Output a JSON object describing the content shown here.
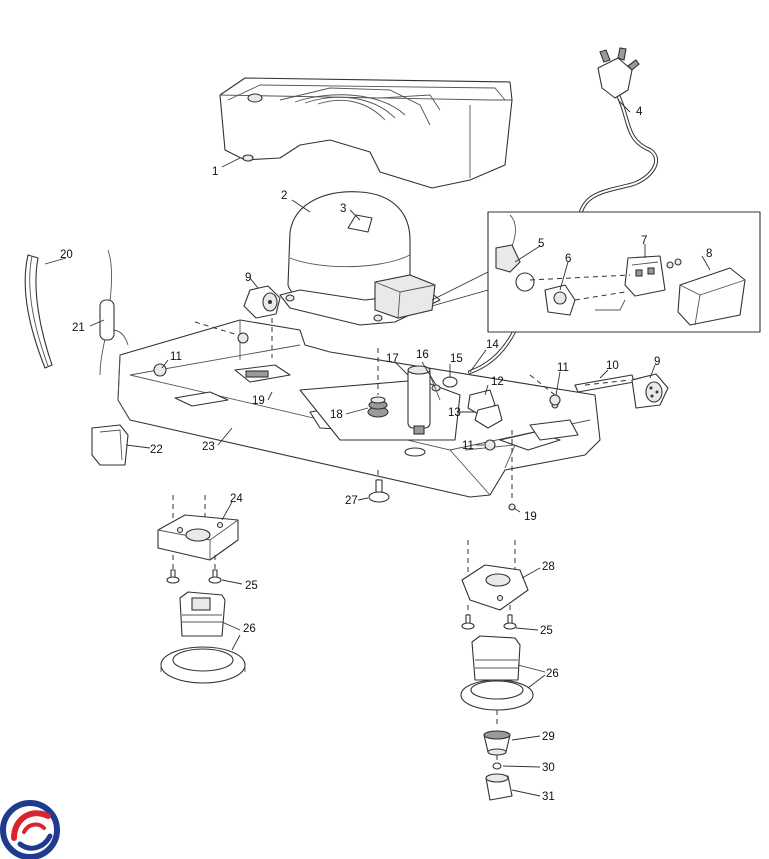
{
  "diagram": {
    "labels": [
      {
        "id": "l1",
        "text": "1"
      },
      {
        "id": "l2",
        "text": "2"
      },
      {
        "id": "l3",
        "text": "3"
      },
      {
        "id": "l4",
        "text": "4"
      },
      {
        "id": "l5",
        "text": "5"
      },
      {
        "id": "l6",
        "text": "6"
      },
      {
        "id": "l7",
        "text": "7"
      },
      {
        "id": "l8",
        "text": "8"
      },
      {
        "id": "l9a",
        "text": "9"
      },
      {
        "id": "l9b",
        "text": "9"
      },
      {
        "id": "l10",
        "text": "10"
      },
      {
        "id": "l11a",
        "text": "11"
      },
      {
        "id": "l11b",
        "text": "11"
      },
      {
        "id": "l11c",
        "text": "11"
      },
      {
        "id": "l12",
        "text": "12"
      },
      {
        "id": "l13",
        "text": "13"
      },
      {
        "id": "l14",
        "text": "14"
      },
      {
        "id": "l15",
        "text": "15"
      },
      {
        "id": "l16",
        "text": "16"
      },
      {
        "id": "l17",
        "text": "17"
      },
      {
        "id": "l18",
        "text": "18"
      },
      {
        "id": "l19a",
        "text": "19"
      },
      {
        "id": "l19b",
        "text": "19"
      },
      {
        "id": "l20",
        "text": "20"
      },
      {
        "id": "l21",
        "text": "21"
      },
      {
        "id": "l22",
        "text": "22"
      },
      {
        "id": "l23",
        "text": "23"
      },
      {
        "id": "l24",
        "text": "24"
      },
      {
        "id": "l25a",
        "text": "25"
      },
      {
        "id": "l25b",
        "text": "25"
      },
      {
        "id": "l26a",
        "text": "26"
      },
      {
        "id": "l26b",
        "text": "26"
      },
      {
        "id": "l27",
        "text": "27"
      },
      {
        "id": "l28",
        "text": "28"
      },
      {
        "id": "l29",
        "text": "29"
      },
      {
        "id": "l30",
        "text": "30"
      },
      {
        "id": "l31",
        "text": "31"
      }
    ]
  },
  "logo": {
    "icon": "swirl-logo-icon",
    "colors": {
      "blue": "#1f3b8f",
      "red": "#d9232e"
    }
  }
}
